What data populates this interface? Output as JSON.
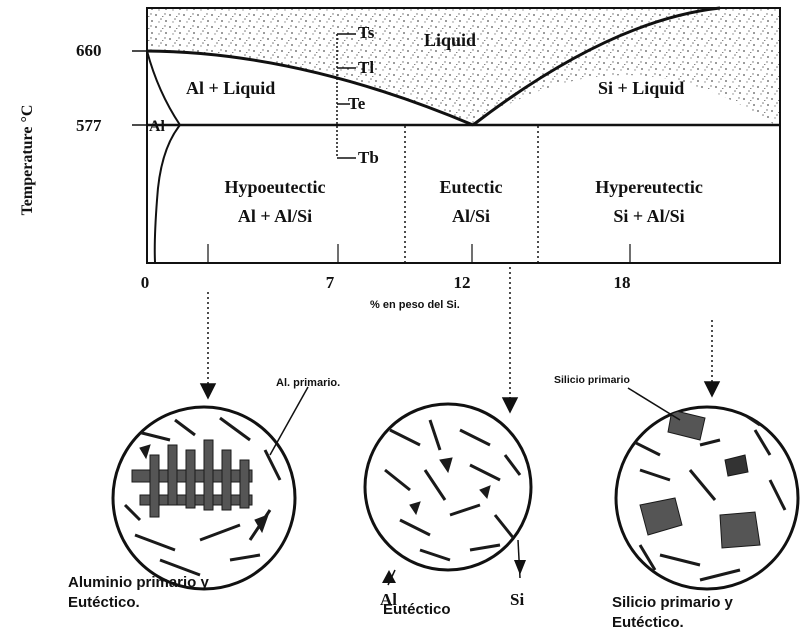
{
  "diagram": {
    "axis": {
      "y_title": "Temperature °C",
      "y_ticks": [
        "660",
        "577"
      ],
      "x_ticks": [
        "0",
        "7",
        "12",
        "18"
      ],
      "x_title": "% en peso del Si."
    },
    "phase_fields": {
      "liquid": "Liquid",
      "al_liquid": "Al + Liquid",
      "si_liquid": "Si + Liquid",
      "al": "Al",
      "hypo_title": "Hypoeutectic",
      "hypo_sub": "Al + Al/Si",
      "eut_title": "Eutectic",
      "eut_sub": "Al/Si",
      "hyper_title": "Hypereutectic",
      "hyper_sub": "Si + Al/Si"
    },
    "temperature_marks": [
      "Ts",
      "Tl",
      "Te",
      "Tb"
    ],
    "micro_callouts": {
      "al_primario": "Al. primario.",
      "silicio_primario": "Silicio primario",
      "al": "Al",
      "si": "Si"
    },
    "captions": {
      "left_line1": "Aluminio primario y",
      "left_line2": "Eutéctico.",
      "center": "Eutéctico",
      "right_line1": "Silicio primario y",
      "right_line2": "Eutéctico."
    }
  }
}
